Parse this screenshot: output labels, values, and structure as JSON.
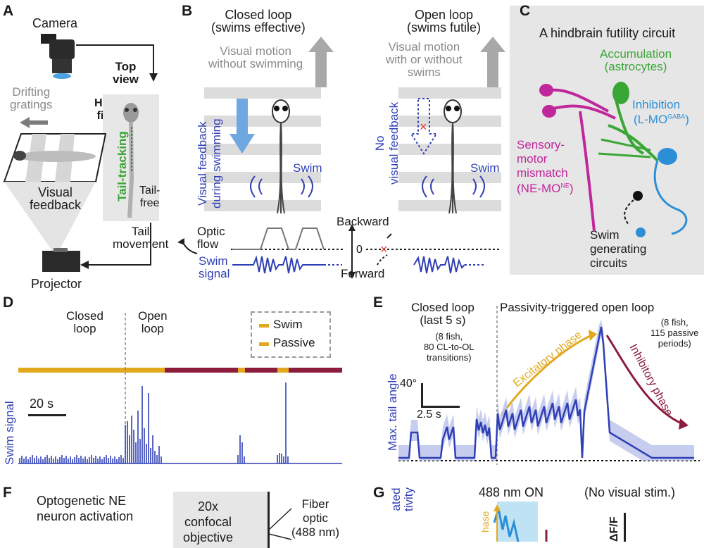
{
  "panels": {
    "A": {
      "label": "A",
      "camera": "Camera",
      "top_view": "Top\nview",
      "head_fixed": "Head-\nfixed",
      "drifting_gratings": "Drifting\ngratings",
      "tail_tracking": "Tail-tracking",
      "tail_free": "Tail-\nfree",
      "visual_feedback": "Visual\nfeedback",
      "tail_movement": "Tail\nmovement",
      "projector": "Projector"
    },
    "B": {
      "label": "B",
      "closed_loop_title": "Closed loop\n(swims effective)",
      "open_loop_title": "Open loop\n(swims futile)",
      "visual_motion_closed": "Visual motion\nwithout swimming",
      "visual_motion_open": "Visual motion\nwith or without\nswims",
      "feedback_closed": "Visual feedback\nduring swimming",
      "feedback_open": "No\nvisual feedback",
      "swim": "Swim",
      "optic_flow": "Optic\nflow",
      "swim_signal": "Swim\nsignal",
      "backward": "Backward",
      "forward": "Forward",
      "zero": "0"
    },
    "C": {
      "label": "C",
      "title": "A hindbrain futility circuit",
      "accumulation": "Accumulation\n(astrocytes)",
      "inhibition": "Inhibition",
      "inhibition_sub": "(L-MO",
      "inhibition_sup": "GABA",
      "sensory": "Sensory-\nmotor\nmismatch",
      "sensory_sub": "(NE-MO",
      "sensory_sup": "NE",
      "swim_gen": "Swim\ngenerating\ncircuits"
    },
    "D": {
      "label": "D",
      "closed_loop": "Closed\nloop",
      "open_loop": "Open\nloop",
      "legend_swim": "Swim",
      "legend_passive": "Passive",
      "scale": "20 s",
      "ylabel": "Swim signal"
    },
    "E": {
      "label": "E",
      "closed_title": "Closed loop\n(last 5 s)",
      "closed_note": "(8 fish,\n80 CL-to-OL\ntransitions)",
      "open_title": "Passivity-triggered open loop",
      "open_note": "(8 fish,\n115 passive\nperiods)",
      "ylabel": "Max. tail angle",
      "scale_y": "40°",
      "scale_x": "2.5 s",
      "excitatory": "Excitatory phase",
      "inhibitory": "Inhibitory phase"
    },
    "F": {
      "label": "F",
      "title": "Optogenetic NE\nneuron activation",
      "objective": "20x\nconfocal\nobjective",
      "fiber": "Fiber\noptic\n(488 nm)"
    },
    "G": {
      "label": "G",
      "on": "488 nm ON",
      "no_visual": "(No visual stim.)",
      "ylabel": "ated\ntivity",
      "phase": "hase",
      "dff": "ΔF/F"
    }
  },
  "colors": {
    "swim_blue": "#2f3fb5",
    "gold": "#e2a91f",
    "maroon": "#8c1c3c",
    "magenta": "#c0279b",
    "green": "#3aa635",
    "light_blue": "#2c8fd6",
    "arrow_gray": "#a8a8a8"
  },
  "chart_data": [
    {
      "type": "line",
      "panel": "D",
      "xlabel": "",
      "ylabel": "Swim signal",
      "segments": [
        {
          "name": "Swim",
          "color": "#e2a91f"
        },
        {
          "name": "Passive",
          "color": "#8c1c3c"
        }
      ]
    },
    {
      "type": "line",
      "panel": "E",
      "ylabel": "Max. tail angle",
      "xlabel": ""
    }
  ]
}
